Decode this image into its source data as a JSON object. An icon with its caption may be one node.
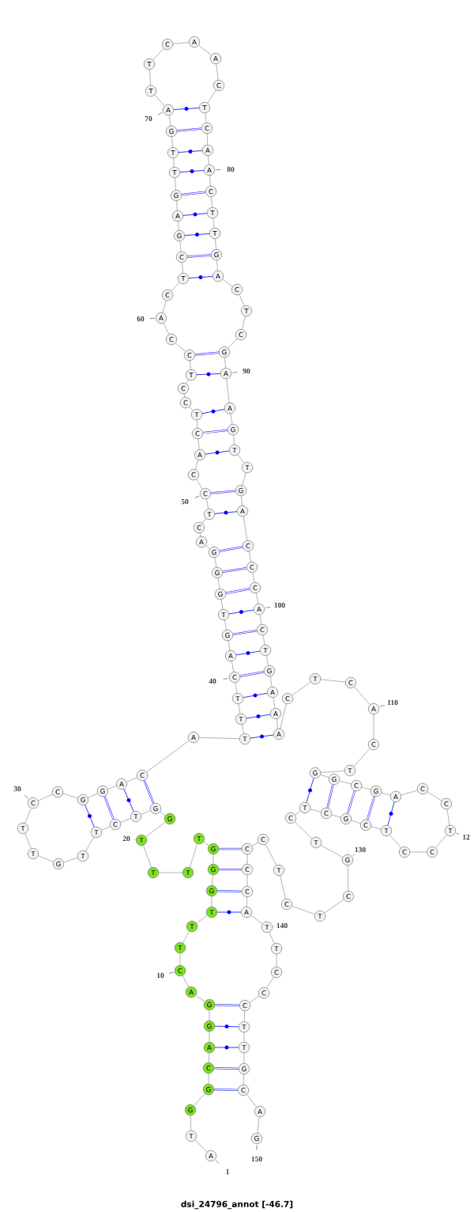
{
  "diagram": {
    "caption": "dsi_24796_annot [-46.7]",
    "nodes": [
      {
        "text": [
          "A"
        ],
        "beside": [
          "1"
        ]
      },
      {
        "text": [
          "T"
        ]
      },
      {
        "text": [
          "G"
        ]
      },
      {
        "text": [
          "G"
        ]
      },
      {
        "text": [
          "C"
        ]
      },
      {
        "text": [
          "A"
        ]
      },
      {
        "text": [
          "G"
        ]
      },
      {
        "text": [
          "G"
        ]
      },
      {
        "text": [
          "A"
        ]
      },
      {
        "text": [
          "C"
        ],
        "beside": [
          "10"
        ]
      },
      {
        "text": [
          "T"
        ]
      },
      {
        "text": [
          "T"
        ]
      },
      {
        "text": [
          "T"
        ]
      },
      {
        "text": [
          "G"
        ]
      },
      {
        "text": [
          "G"
        ]
      },
      {
        "text": [
          "G"
        ]
      },
      {
        "text": [
          "T"
        ]
      },
      {
        "text": [
          "T"
        ]
      },
      {
        "text": [
          "T"
        ]
      },
      {
        "text": [
          "T"
        ],
        "beside": [
          "20"
        ]
      },
      {
        "text": [
          "G"
        ]
      },
      {
        "text": [
          "G"
        ]
      },
      {
        "text": [
          "T"
        ]
      },
      {
        "text": [
          "C"
        ]
      },
      {
        "text": [
          "T"
        ]
      },
      {
        "text": [
          "T"
        ]
      },
      {
        "text": [
          "G"
        ]
      },
      {
        "text": [
          "T"
        ]
      },
      {
        "text": [
          "T"
        ]
      },
      {
        "text": [
          "C"
        ],
        "beside": [
          "30"
        ]
      },
      {
        "text": [
          "C"
        ]
      },
      {
        "text": [
          "G"
        ]
      },
      {
        "text": [
          "G"
        ]
      },
      {
        "text": [
          "A"
        ]
      },
      {
        "text": [
          "C"
        ]
      },
      {
        "text": [
          "A"
        ]
      },
      {
        "text": [
          "T"
        ]
      },
      {
        "text": [
          "T"
        ]
      },
      {
        "text": [
          "T"
        ]
      },
      {
        "text": [
          "C"
        ],
        "beside": [
          "40"
        ]
      },
      {
        "text": [
          "A"
        ]
      },
      {
        "text": [
          "G"
        ]
      },
      {
        "text": [
          "T"
        ]
      },
      {
        "text": [
          "G"
        ]
      },
      {
        "text": [
          "G"
        ]
      },
      {
        "text": [
          "G"
        ]
      },
      {
        "text": [
          "A"
        ]
      },
      {
        "text": [
          "C"
        ]
      },
      {
        "text": [
          "T"
        ]
      },
      {
        "text": [
          "C"
        ],
        "beside": [
          "50"
        ]
      },
      {
        "text": [
          "C"
        ]
      },
      {
        "text": [
          "A"
        ]
      },
      {
        "text": [
          "C"
        ]
      },
      {
        "text": [
          "T"
        ]
      },
      {
        "text": [
          "C"
        ]
      },
      {
        "text": [
          "C"
        ]
      },
      {
        "text": [
          "T"
        ]
      },
      {
        "text": [
          "C"
        ]
      },
      {
        "text": [
          "C"
        ]
      },
      {
        "text": [
          "A"
        ],
        "beside": [
          "60"
        ]
      },
      {
        "text": [
          "C"
        ]
      },
      {
        "text": [
          "T"
        ]
      },
      {
        "text": [
          "C"
        ]
      },
      {
        "text": [
          "G"
        ]
      },
      {
        "text": [
          "A"
        ]
      },
      {
        "text": [
          "G"
        ]
      },
      {
        "text": [
          "T"
        ]
      },
      {
        "text": [
          "T"
        ]
      },
      {
        "text": [
          "G"
        ]
      },
      {
        "text": [
          "A"
        ],
        "beside": [
          "70"
        ]
      },
      {
        "text": [
          "T"
        ]
      },
      {
        "text": [
          "T"
        ]
      },
      {
        "text": [
          "C"
        ]
      },
      {
        "text": [
          "A"
        ]
      },
      {
        "text": [
          "A"
        ]
      },
      {
        "text": [
          "C"
        ]
      },
      {
        "text": [
          "T"
        ]
      },
      {
        "text": [
          "C"
        ]
      },
      {
        "text": [
          "A"
        ]
      },
      {
        "text": [
          "A"
        ],
        "beside": [
          "80"
        ]
      },
      {
        "text": [
          "C"
        ]
      },
      {
        "text": [
          "T"
        ]
      },
      {
        "text": [
          "T"
        ]
      },
      {
        "text": [
          "G"
        ]
      },
      {
        "text": [
          "A"
        ]
      },
      {
        "text": [
          "C"
        ]
      },
      {
        "text": [
          "T"
        ]
      },
      {
        "text": [
          "C"
        ]
      },
      {
        "text": [
          "G"
        ]
      },
      {
        "text": [
          "A"
        ],
        "beside": [
          "90"
        ]
      },
      {
        "text": [
          "A"
        ]
      },
      {
        "text": [
          "G"
        ]
      },
      {
        "text": [
          "T"
        ]
      },
      {
        "text": [
          "T"
        ]
      },
      {
        "text": [
          "G"
        ]
      },
      {
        "text": [
          "A"
        ]
      },
      {
        "text": [
          "C"
        ]
      },
      {
        "text": [
          "C"
        ]
      },
      {
        "text": [
          "C"
        ]
      },
      {
        "text": [
          "A"
        ],
        "beside": [
          "100"
        ]
      },
      {
        "text": [
          "C"
        ]
      },
      {
        "text": [
          "T"
        ]
      },
      {
        "text": [
          "G"
        ]
      },
      {
        "text": [
          "A"
        ]
      },
      {
        "text": [
          "A"
        ]
      },
      {
        "text": [
          "A"
        ]
      },
      {
        "text": [
          "C"
        ]
      },
      {
        "text": [
          "T"
        ]
      },
      {
        "text": [
          "C"
        ]
      },
      {
        "text": [
          "A"
        ],
        "beside": [
          "110"
        ]
      },
      {
        "text": [
          "C"
        ]
      },
      {
        "text": [
          "T"
        ]
      },
      {
        "text": [
          "G"
        ]
      },
      {
        "text": [
          "G"
        ]
      },
      {
        "text": [
          "C"
        ]
      },
      {
        "text": [
          "G"
        ]
      },
      {
        "text": [
          "A"
        ]
      },
      {
        "text": [
          "C"
        ]
      },
      {
        "text": [
          "C"
        ]
      },
      {
        "text": [
          "T"
        ],
        "beside": [
          "12"
        ]
      },
      {
        "text": [
          "C"
        ]
      },
      {
        "text": [
          "C"
        ]
      },
      {
        "text": [
          "T"
        ]
      },
      {
        "text": [
          "C"
        ]
      },
      {
        "text": [
          "G"
        ]
      },
      {
        "text": [
          "C"
        ]
      },
      {
        "text": [
          "T"
        ]
      },
      {
        "text": [
          "C"
        ]
      },
      {
        "text": [
          "T"
        ]
      },
      {
        "text": [
          "G"
        ],
        "beside": [
          "130"
        ]
      },
      {
        "text": [
          "C"
        ]
      },
      {
        "text": [
          "T"
        ]
      },
      {
        "text": [
          "C"
        ]
      },
      {
        "text": [
          "T"
        ]
      },
      {
        "text": [
          "C"
        ]
      },
      {
        "text": [
          "C"
        ]
      },
      {
        "text": [
          "C"
        ]
      },
      {
        "text": [
          "C"
        ]
      },
      {
        "text": [
          "A"
        ]
      },
      {
        "text": [
          "T"
        ],
        "beside": [
          "140"
        ]
      },
      {
        "text": [
          "T"
        ]
      },
      {
        "text": [
          "C"
        ]
      },
      {
        "text": [
          "C"
        ]
      },
      {
        "text": [
          "C"
        ]
      },
      {
        "text": [
          "T"
        ]
      },
      {
        "text": [
          "T"
        ]
      },
      {
        "text": [
          "G"
        ]
      },
      {
        "text": [
          "C"
        ]
      },
      {
        "text": [
          "A"
        ]
      },
      {
        "text": [
          "G"
        ],
        "beside": [
          "150"
        ]
      }
    ],
    "edges": [
      {
        "from": 0,
        "to": 1,
        "arrow": "none"
      },
      {
        "from": 1,
        "to": 2,
        "arrow": "none"
      },
      {
        "from": 2,
        "to": 3,
        "arrow": "none"
      },
      {
        "from": 3,
        "to": 4,
        "arrow": "none"
      },
      {
        "from": 4,
        "to": 5,
        "arrow": "none"
      },
      {
        "from": 5,
        "to": 6,
        "arrow": "none"
      },
      {
        "from": 6,
        "to": 7,
        "arrow": "none"
      },
      {
        "from": 7,
        "to": 8,
        "arrow": "none"
      },
      {
        "from": 8,
        "to": 9,
        "arrow": "none"
      },
      {
        "from": 9,
        "to": 10,
        "arrow": "none"
      },
      {
        "from": 10,
        "to": 11,
        "arrow": "none"
      },
      {
        "from": 11,
        "to": 12,
        "arrow": "none"
      },
      {
        "from": 12,
        "to": 13,
        "arrow": "none"
      },
      {
        "from": 13,
        "to": 14,
        "arrow": "none"
      },
      {
        "from": 14,
        "to": 15,
        "arrow": "none"
      },
      {
        "from": 15,
        "to": 16,
        "arrow": "none"
      },
      {
        "from": 16,
        "to": 17,
        "arrow": "none"
      },
      {
        "from": 17,
        "to": 18,
        "arrow": "none"
      },
      {
        "from": 18,
        "to": 19,
        "arrow": "none"
      },
      {
        "from": 19,
        "to": 20,
        "arrow": "none"
      },
      {
        "from": 20,
        "to": 21,
        "arrow": "none"
      },
      {
        "from": 21,
        "to": 22,
        "arrow": "none"
      },
      {
        "from": 22,
        "to": 23,
        "arrow": "none"
      },
      {
        "from": 23,
        "to": 24,
        "arrow": "none"
      },
      {
        "from": 24,
        "to": 25,
        "arrow": "none"
      },
      {
        "from": 25,
        "to": 26,
        "arrow": "none"
      },
      {
        "from": 26,
        "to": 27,
        "arrow": "none"
      },
      {
        "from": 27,
        "to": 28,
        "arrow": "none"
      },
      {
        "from": 28,
        "to": 29,
        "arrow": "none"
      },
      {
        "from": 29,
        "to": 30,
        "arrow": "none"
      },
      {
        "from": 30,
        "to": 31,
        "arrow": "none"
      },
      {
        "from": 31,
        "to": 32,
        "arrow": "none"
      },
      {
        "from": 32,
        "to": 33,
        "arrow": "none"
      },
      {
        "from": 33,
        "to": 34,
        "arrow": "none"
      },
      {
        "from": 34,
        "to": 35,
        "arrow": "none"
      },
      {
        "from": 35,
        "to": 36,
        "arrow": "none"
      },
      {
        "from": 36,
        "to": 37,
        "arrow": "none"
      },
      {
        "from": 37,
        "to": 38,
        "arrow": "none"
      },
      {
        "from": 38,
        "to": 39,
        "arrow": "none"
      },
      {
        "from": 39,
        "to": 40,
        "arrow": "none"
      },
      {
        "from": 40,
        "to": 41,
        "arrow": "none"
      },
      {
        "from": 41,
        "to": 42,
        "arrow": "none"
      },
      {
        "from": 42,
        "to": 43,
        "arrow": "none"
      },
      {
        "from": 43,
        "to": 44,
        "arrow": "none"
      },
      {
        "from": 44,
        "to": 45,
        "arrow": "none"
      },
      {
        "from": 45,
        "to": 46,
        "arrow": "none"
      },
      {
        "from": 46,
        "to": 47,
        "arrow": "none"
      },
      {
        "from": 47,
        "to": 48,
        "arrow": "none"
      },
      {
        "from": 48,
        "to": 49,
        "arrow": "none"
      },
      {
        "from": 49,
        "to": 50,
        "arrow": "none"
      },
      {
        "from": 50,
        "to": 51,
        "arrow": "none"
      },
      {
        "from": 51,
        "to": 52,
        "arrow": "none"
      },
      {
        "from": 52,
        "to": 53,
        "arrow": "none"
      },
      {
        "from": 53,
        "to": 54,
        "arrow": "none"
      },
      {
        "from": 54,
        "to": 55,
        "arrow": "none"
      },
      {
        "from": 55,
        "to": 56,
        "arrow": "none"
      },
      {
        "from": 56,
        "to": 57,
        "arrow": "none"
      },
      {
        "from": 57,
        "to": 58,
        "arrow": "none"
      },
      {
        "from": 58,
        "to": 59,
        "arrow": "none"
      },
      {
        "from": 59,
        "to": 60,
        "arrow": "none"
      },
      {
        "from": 60,
        "to": 61,
        "arrow": "none"
      },
      {
        "from": 61,
        "to": 62,
        "arrow": "none"
      },
      {
        "from": 62,
        "to": 63,
        "arrow": "none"
      },
      {
        "from": 63,
        "to": 64,
        "arrow": "none"
      },
      {
        "from": 64,
        "to": 65,
        "arrow": "none"
      },
      {
        "from": 65,
        "to": 66,
        "arrow": "none"
      },
      {
        "from": 66,
        "to": 67,
        "arrow": "none"
      },
      {
        "from": 67,
        "to": 68,
        "arrow": "none"
      },
      {
        "from": 68,
        "to": 69,
        "arrow": "none"
      },
      {
        "from": 69,
        "to": 70,
        "arrow": "none"
      },
      {
        "from": 70,
        "to": 71,
        "arrow": "none"
      },
      {
        "from": 71,
        "to": 72,
        "arrow": "none"
      },
      {
        "from": 72,
        "to": 73,
        "arrow": "none"
      },
      {
        "from": 73,
        "to": 74,
        "arrow": "none"
      },
      {
        "from": 74,
        "to": 75,
        "arrow": "none"
      },
      {
        "from": 75,
        "to": 76,
        "arrow": "none"
      },
      {
        "from": 76,
        "to": 77,
        "arrow": "none"
      },
      {
        "from": 77,
        "to": 78,
        "arrow": "none"
      },
      {
        "from": 78,
        "to": 79,
        "arrow": "none"
      },
      {
        "from": 79,
        "to": 80,
        "arrow": "none"
      },
      {
        "from": 80,
        "to": 81,
        "arrow": "none"
      },
      {
        "from": 81,
        "to": 82,
        "arrow": "none"
      },
      {
        "from": 82,
        "to": 83,
        "arrow": "none"
      },
      {
        "from": 83,
        "to": 84,
        "arrow": "none"
      },
      {
        "from": 84,
        "to": 85,
        "arrow": "none"
      },
      {
        "from": 85,
        "to": 86,
        "arrow": "none"
      },
      {
        "from": 86,
        "to": 87,
        "arrow": "none"
      },
      {
        "from": 87,
        "to": 88,
        "arrow": "none"
      },
      {
        "from": 88,
        "to": 89,
        "arrow": "none"
      },
      {
        "from": 89,
        "to": 90,
        "arrow": "none"
      },
      {
        "from": 90,
        "to": 91,
        "arrow": "none"
      },
      {
        "from": 91,
        "to": 92,
        "arrow": "none"
      },
      {
        "from": 92,
        "to": 93,
        "arrow": "none"
      },
      {
        "from": 93,
        "to": 94,
        "arrow": "none"
      },
      {
        "from": 94,
        "to": 95,
        "arrow": "none"
      },
      {
        "from": 95,
        "to": 96,
        "arrow": "none"
      },
      {
        "from": 96,
        "to": 97,
        "arrow": "none"
      },
      {
        "from": 97,
        "to": 98,
        "arrow": "none"
      },
      {
        "from": 98,
        "to": 99,
        "arrow": "none"
      },
      {
        "from": 99,
        "to": 100,
        "arrow": "none"
      },
      {
        "from": 100,
        "to": 101,
        "arrow": "none"
      },
      {
        "from": 101,
        "to": 102,
        "arrow": "none"
      },
      {
        "from": 102,
        "to": 103,
        "arrow": "none"
      },
      {
        "from": 103,
        "to": 104,
        "arrow": "none"
      },
      {
        "from": 104,
        "to": 105,
        "arrow": "none"
      },
      {
        "from": 105,
        "to": 106,
        "arrow": "none"
      },
      {
        "from": 106,
        "to": 107,
        "arrow": "none"
      },
      {
        "from": 107,
        "to": 108,
        "arrow": "none"
      },
      {
        "from": 108,
        "to": 109,
        "arrow": "none"
      },
      {
        "from": 109,
        "to": 110,
        "arrow": "none"
      },
      {
        "from": 110,
        "to": 111,
        "arrow": "none"
      },
      {
        "from": 111,
        "to": 112,
        "arrow": "none"
      },
      {
        "from": 112,
        "to": 113,
        "arrow": "none"
      },
      {
        "from": 113,
        "to": 114,
        "arrow": "none"
      },
      {
        "from": 114,
        "to": 115,
        "arrow": "none"
      },
      {
        "from": 115,
        "to": 116,
        "arrow": "none"
      },
      {
        "from": 116,
        "to": 117,
        "arrow": "none"
      },
      {
        "from": 117,
        "to": 118,
        "arrow": "none"
      },
      {
        "from": 118,
        "to": 119,
        "arrow": "none"
      },
      {
        "from": 119,
        "to": 120,
        "arrow": "none"
      },
      {
        "from": 120,
        "to": 121,
        "arrow": "none"
      },
      {
        "from": 121,
        "to": 122,
        "arrow": "none"
      },
      {
        "from": 122,
        "to": 123,
        "arrow": "none"
      },
      {
        "from": 123,
        "to": 124,
        "arrow": "none"
      },
      {
        "from": 124,
        "to": 125,
        "arrow": "none"
      },
      {
        "from": 125,
        "to": 126,
        "arrow": "none"
      },
      {
        "from": 126,
        "to": 127,
        "arrow": "none"
      },
      {
        "from": 127,
        "to": 128,
        "arrow": "none"
      },
      {
        "from": 128,
        "to": 129,
        "arrow": "none"
      },
      {
        "from": 129,
        "to": 130,
        "arrow": "none"
      },
      {
        "from": 130,
        "to": 131,
        "arrow": "none"
      },
      {
        "from": 131,
        "to": 132,
        "arrow": "none"
      },
      {
        "from": 132,
        "to": 133,
        "arrow": "none"
      },
      {
        "from": 133,
        "to": 134,
        "arrow": "none"
      },
      {
        "from": 134,
        "to": 135,
        "arrow": "none"
      },
      {
        "from": 135,
        "to": 136,
        "arrow": "none"
      },
      {
        "from": 136,
        "to": 137,
        "arrow": "none"
      },
      {
        "from": 137,
        "to": 138,
        "arrow": "none"
      },
      {
        "from": 138,
        "to": 139,
        "arrow": "none"
      },
      {
        "from": 139,
        "to": 140,
        "arrow": "none"
      },
      {
        "from": 140,
        "to": 141,
        "arrow": "none"
      },
      {
        "from": 141,
        "to": 142,
        "arrow": "none"
      },
      {
        "from": 142,
        "to": 143,
        "arrow": "none"
      },
      {
        "from": 143,
        "to": 144,
        "arrow": "none"
      },
      {
        "from": 144,
        "to": 145,
        "arrow": "none"
      },
      {
        "from": 145,
        "to": 146,
        "arrow": "none"
      },
      {
        "from": 146,
        "to": 147,
        "arrow": "none"
      },
      {
        "from": 147,
        "to": 148,
        "arrow": "none"
      },
      {
        "from": 148,
        "to": 149,
        "arrow": "none"
      },
      {
        "from": 3,
        "to": 147,
        "arrow": "none",
        "color": "#0000ff"
      },
      {
        "from": 4,
        "to": 146,
        "arrow": "none",
        "color": "#0000ff"
      },
      {
        "from": 5,
        "to": 145,
        "arrow": "none",
        "color": "#0000ff"
      },
      {
        "from": 6,
        "to": 144,
        "arrow": "none",
        "color": "#0000ff"
      },
      {
        "from": 7,
        "to": 143,
        "arrow": "none",
        "color": "#0000ff"
      },
      {
        "from": 12,
        "to": 138,
        "arrow": "none",
        "color": "#0000ff"
      },
      {
        "from": 13,
        "to": 137,
        "arrow": "none",
        "color": "#0000ff"
      },
      {
        "from": 14,
        "to": 136,
        "arrow": "none",
        "color": "#0000ff"
      },
      {
        "from": 15,
        "to": 135,
        "arrow": "none",
        "color": "#0000ff"
      },
      {
        "from": 21,
        "to": 34,
        "arrow": "none",
        "color": "#0000ff"
      },
      {
        "from": 22,
        "to": 33,
        "arrow": "none",
        "color": "#0000ff"
      },
      {
        "from": 23,
        "to": 32,
        "arrow": "none",
        "color": "#0000ff"
      },
      {
        "from": 24,
        "to": 31,
        "arrow": "none",
        "color": "#0000ff"
      },
      {
        "from": 36,
        "to": 105,
        "arrow": "none",
        "color": "#0000ff"
      },
      {
        "from": 37,
        "to": 104,
        "arrow": "none",
        "color": "#0000ff"
      },
      {
        "from": 38,
        "to": 103,
        "arrow": "none",
        "color": "#0000ff"
      },
      {
        "from": 39,
        "to": 102,
        "arrow": "none",
        "color": "#0000ff"
      },
      {
        "from": 40,
        "to": 101,
        "arrow": "none",
        "color": "#0000ff"
      },
      {
        "from": 41,
        "to": 100,
        "arrow": "none",
        "color": "#0000ff"
      },
      {
        "from": 42,
        "to": 99,
        "arrow": "none",
        "color": "#0000ff"
      },
      {
        "from": 43,
        "to": 98,
        "arrow": "none",
        "color": "#0000ff"
      },
      {
        "from": 44,
        "to": 97,
        "arrow": "none",
        "color": "#0000ff"
      },
      {
        "from": 45,
        "to": 96,
        "arrow": "none",
        "color": "#0000ff"
      },
      {
        "from": 48,
        "to": 95,
        "arrow": "none",
        "color": "#0000ff"
      },
      {
        "from": 49,
        "to": 94,
        "arrow": "none",
        "color": "#0000ff"
      },
      {
        "from": 51,
        "to": 92,
        "arrow": "none",
        "color": "#0000ff"
      },
      {
        "from": 52,
        "to": 91,
        "arrow": "none",
        "color": "#0000ff"
      },
      {
        "from": 53,
        "to": 90,
        "arrow": "none",
        "color": "#0000ff"
      },
      {
        "from": 56,
        "to": 89,
        "arrow": "none",
        "color": "#0000ff"
      },
      {
        "from": 57,
        "to": 88,
        "arrow": "none",
        "color": "#0000ff"
      },
      {
        "from": 61,
        "to": 84,
        "arrow": "none",
        "color": "#0000ff"
      },
      {
        "from": 62,
        "to": 83,
        "arrow": "none",
        "color": "#0000ff"
      },
      {
        "from": 63,
        "to": 82,
        "arrow": "none",
        "color": "#0000ff"
      },
      {
        "from": 64,
        "to": 81,
        "arrow": "none",
        "color": "#0000ff"
      },
      {
        "from": 65,
        "to": 80,
        "arrow": "none",
        "color": "#0000ff"
      },
      {
        "from": 66,
        "to": 79,
        "arrow": "none",
        "color": "#0000ff"
      },
      {
        "from": 67,
        "to": 78,
        "arrow": "none",
        "color": "#0000ff"
      },
      {
        "from": 68,
        "to": 77,
        "arrow": "none",
        "color": "#0000ff"
      },
      {
        "from": 69,
        "to": 76,
        "arrow": "none",
        "color": "#0000ff"
      },
      {
        "from": 112,
        "to": 126,
        "arrow": "none",
        "color": "#0000ff"
      },
      {
        "from": 113,
        "to": 125,
        "arrow": "none",
        "color": "#0000ff"
      },
      {
        "from": 114,
        "to": 124,
        "arrow": "none",
        "color": "#0000ff"
      },
      {
        "from": 115,
        "to": 123,
        "arrow": "none",
        "color": "#0000ff"
      },
      {
        "from": 116,
        "to": 122,
        "arrow": "none",
        "color": "#0000ff"
      }
    ]
  }
}
